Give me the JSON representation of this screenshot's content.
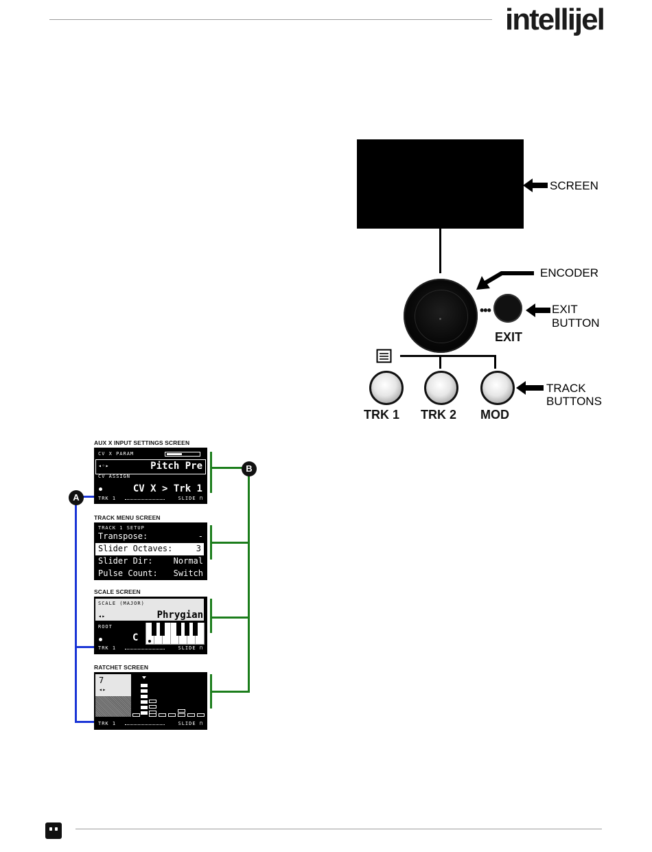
{
  "brand": {
    "logo_text_a": "intell",
    "logo_text_b": "ijel",
    "accent": "#d7232b"
  },
  "hardware": {
    "screen_callout": "SCREEN",
    "encoder_callout": "ENCODER",
    "exit_callout_line1": "EXIT",
    "exit_callout_line2": "BUTTON",
    "exit_label": "EXIT",
    "track_callout_line1": "TRACK",
    "track_callout_line2": "BUTTONS",
    "buttons": [
      "TRK 1",
      "TRK 2",
      "MOD"
    ],
    "menu_icon": "menu-icon"
  },
  "screens": {
    "aux": {
      "caption": "AUX X INPUT SETTINGS SCREEN",
      "param_label": "CV X PARAM",
      "param_value": "Pitch Pre",
      "assign_label": "CV ASSIGN",
      "assign_value": "CV X > Trk 1",
      "arrows": "◂◦▸",
      "status_left": "TRK 1",
      "status_right": "SLIDE ⊓"
    },
    "track_menu": {
      "caption": "TRACK MENU SCREEN",
      "header": "TRACK 1 SETUP",
      "rows": [
        {
          "label": "Transpose:",
          "value": "-"
        },
        {
          "label": "Slider Octaves:",
          "value": "3"
        },
        {
          "label": "Slider Dir:",
          "value": "Normal"
        },
        {
          "label": "Pulse Count:",
          "value": "Switch"
        }
      ]
    },
    "scale": {
      "caption": "SCALE SCREEN",
      "header": "SCALE (MAJOR)",
      "value": "Phrygian",
      "root_label": "ROOT",
      "root_value": "C",
      "arrows": "◂▸",
      "status_left": "TRK 1",
      "status_right": "SLIDE ⊓"
    },
    "ratchet": {
      "caption": "RATCHET SCREEN",
      "value": "7",
      "arrows": "◂▸",
      "status_left": "TRK 1",
      "status_right": "SLIDE ⊓"
    }
  },
  "badges": {
    "a": "A",
    "b": "B"
  },
  "colors": {
    "bracket_a": "#1a35d6",
    "bracket_b": "#1b7d1b"
  },
  "footer": {
    "icon": "intellijel-footer-icon"
  }
}
